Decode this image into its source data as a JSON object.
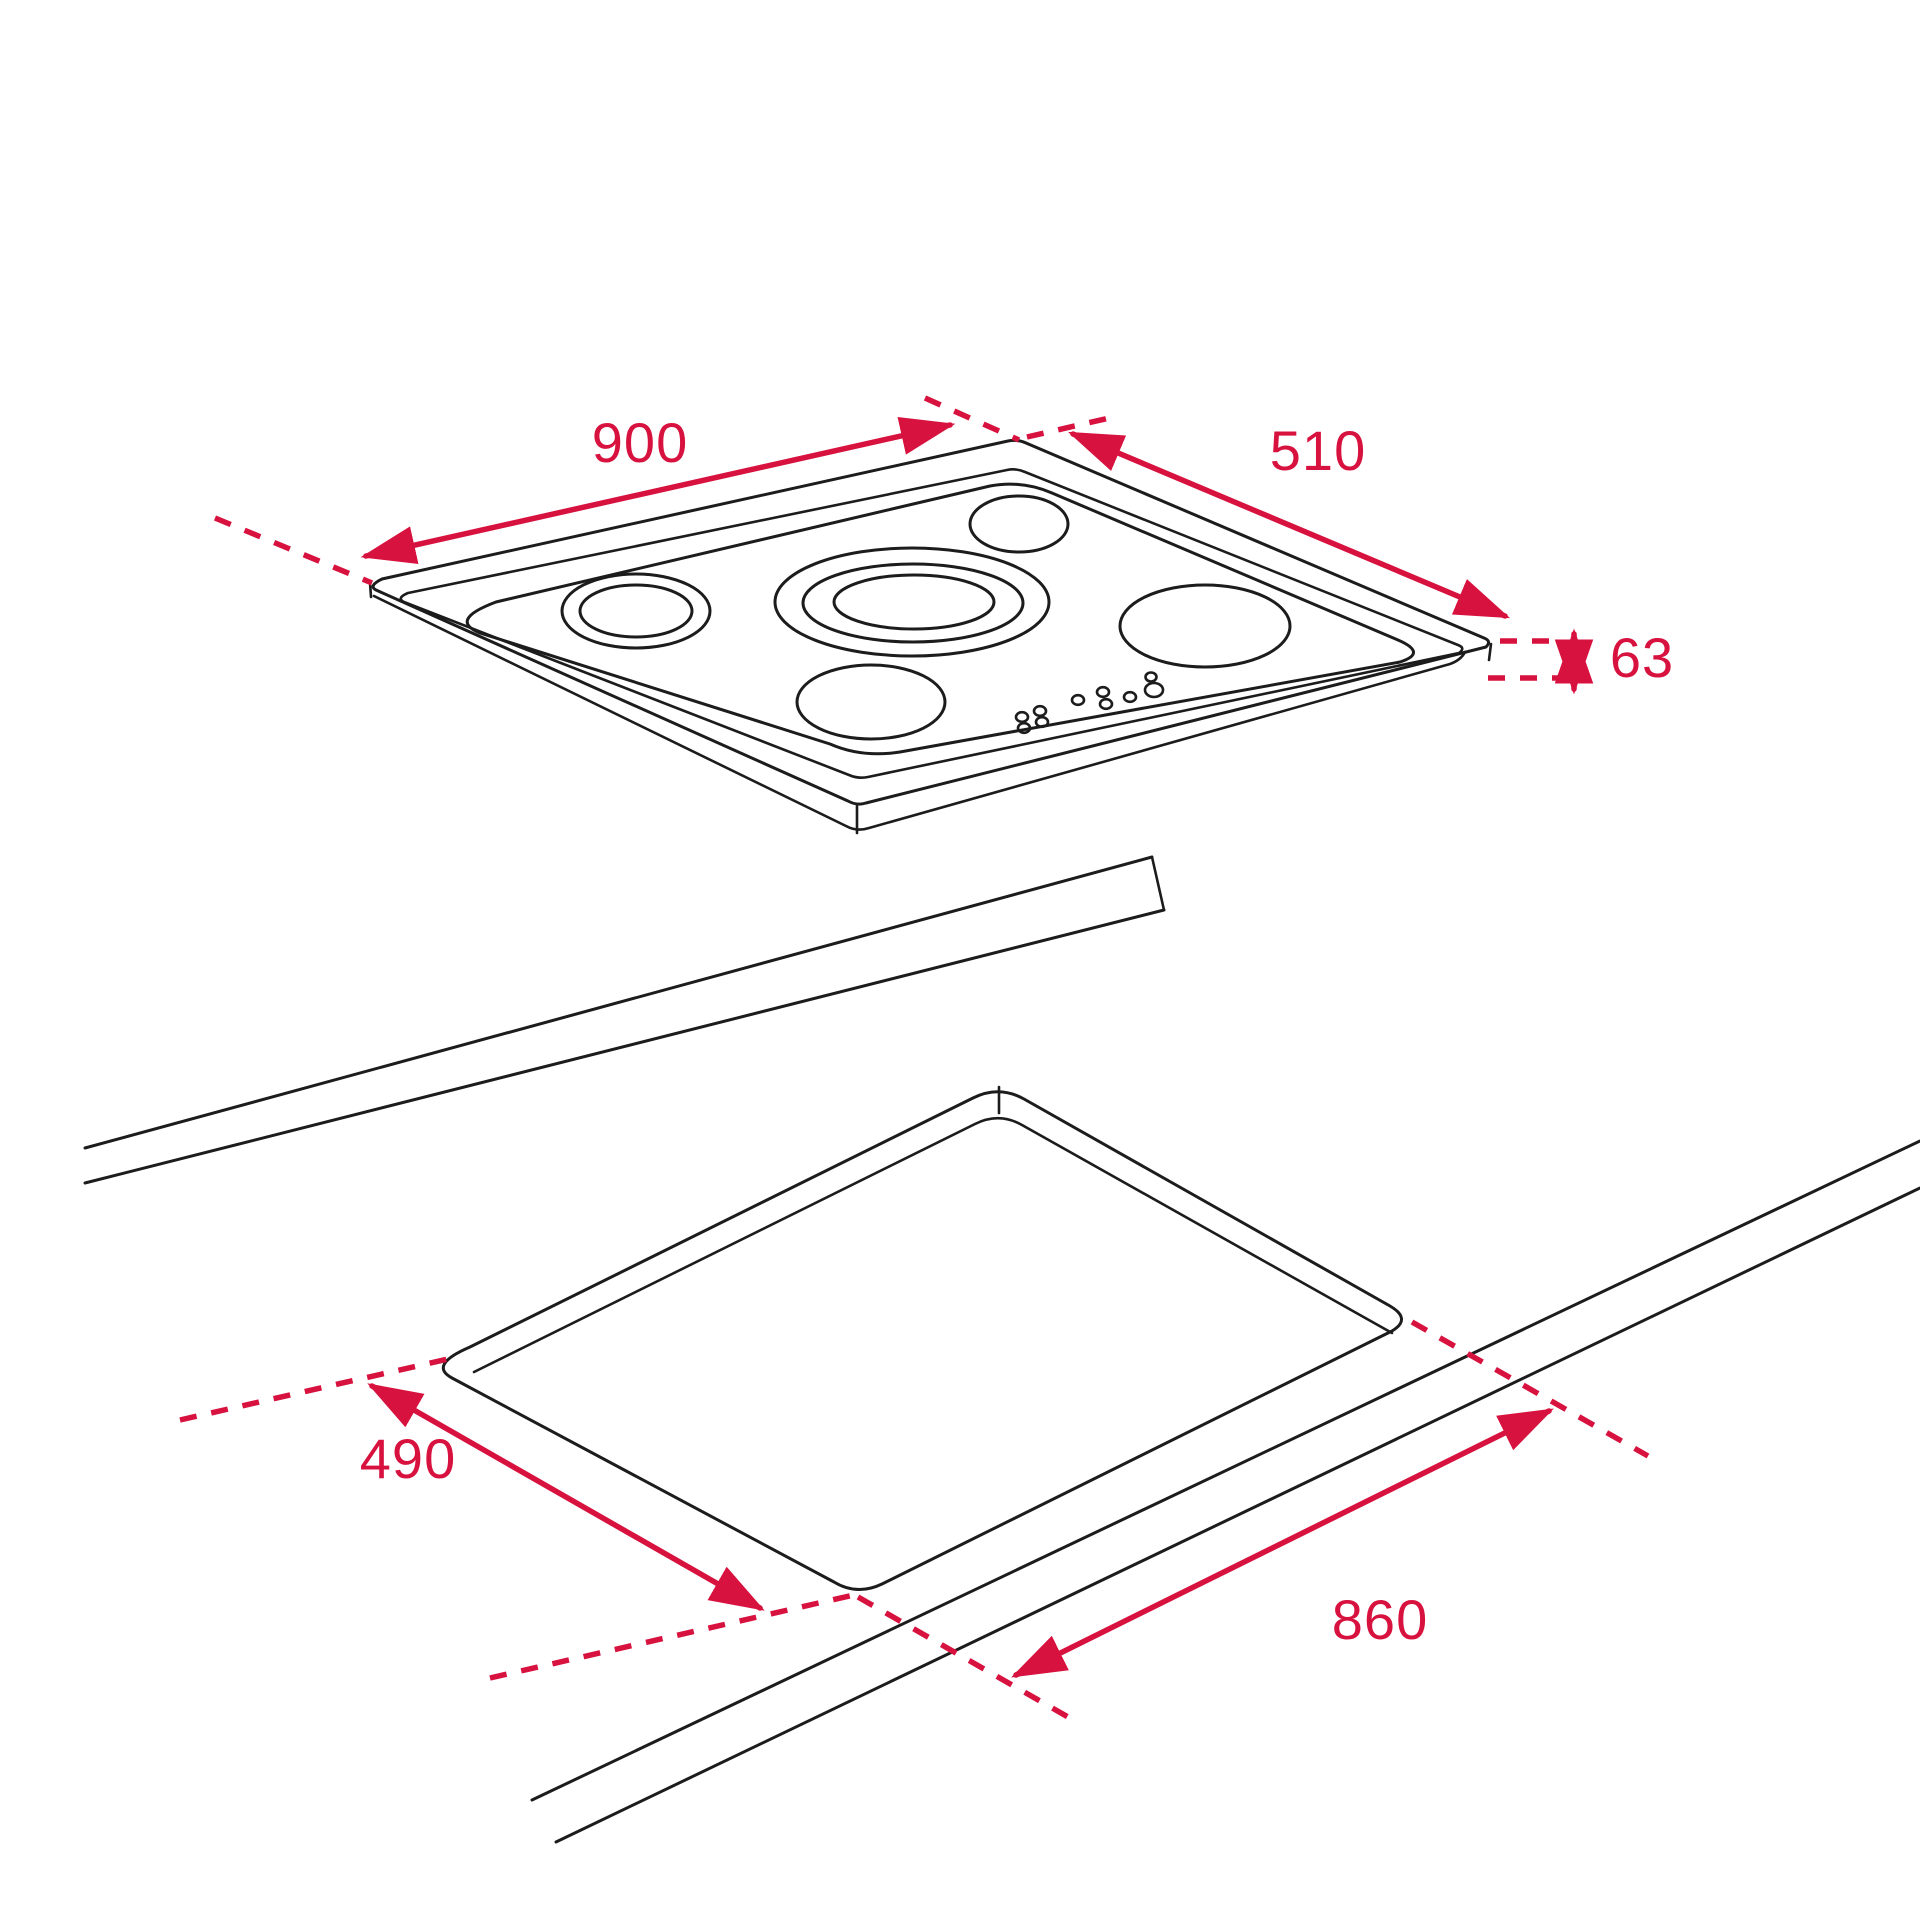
{
  "diagram": {
    "type": "appliance-installation-dimension-drawing",
    "hob": {
      "width_label": "900",
      "depth_label": "510",
      "height_label": "63",
      "burner_count": 5,
      "control_type": "touch-dots"
    },
    "worktop_cutout": {
      "depth_label": "490",
      "width_label": "860"
    }
  },
  "colors": {
    "accent": "#d8123f",
    "line": "#1c1c1c",
    "background": "#ffffff"
  }
}
